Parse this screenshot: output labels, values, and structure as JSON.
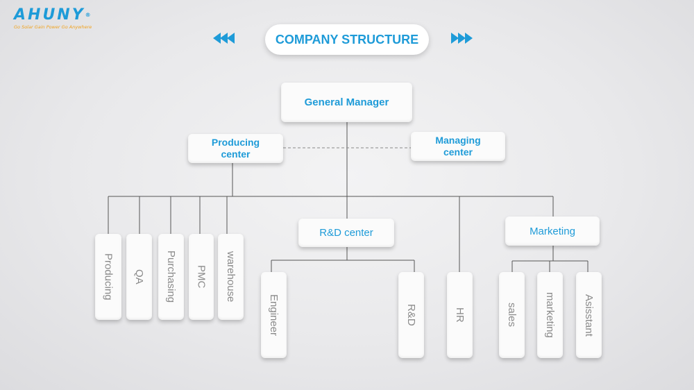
{
  "logo": {
    "word": "AHUNY",
    "reg": "®",
    "tagline": "Go Solar Gain Power Go Anywhere"
  },
  "title": "COMPANY STRUCTURE",
  "nodes": {
    "general_manager": "General Manager",
    "producing_center": [
      "Producing",
      "center"
    ],
    "managing_center": [
      "Managing",
      "center"
    ],
    "rd_center": "R&D center",
    "marketing": "Marketing"
  },
  "departments": {
    "producing": "Producing",
    "qa": "QA",
    "purchasing": "Purchasing",
    "pmc": "PMC",
    "warehouse": "warehouse",
    "engineer": "Engineer",
    "rd": "R&D",
    "hr": "HR",
    "sales": "sales",
    "marketing": "marketing",
    "assistant": "Asisstant"
  },
  "colors": {
    "accent": "#1e9bd8",
    "tagline": "#f0a21e",
    "muted_text": "#8a8a8a",
    "line": "#555555"
  }
}
